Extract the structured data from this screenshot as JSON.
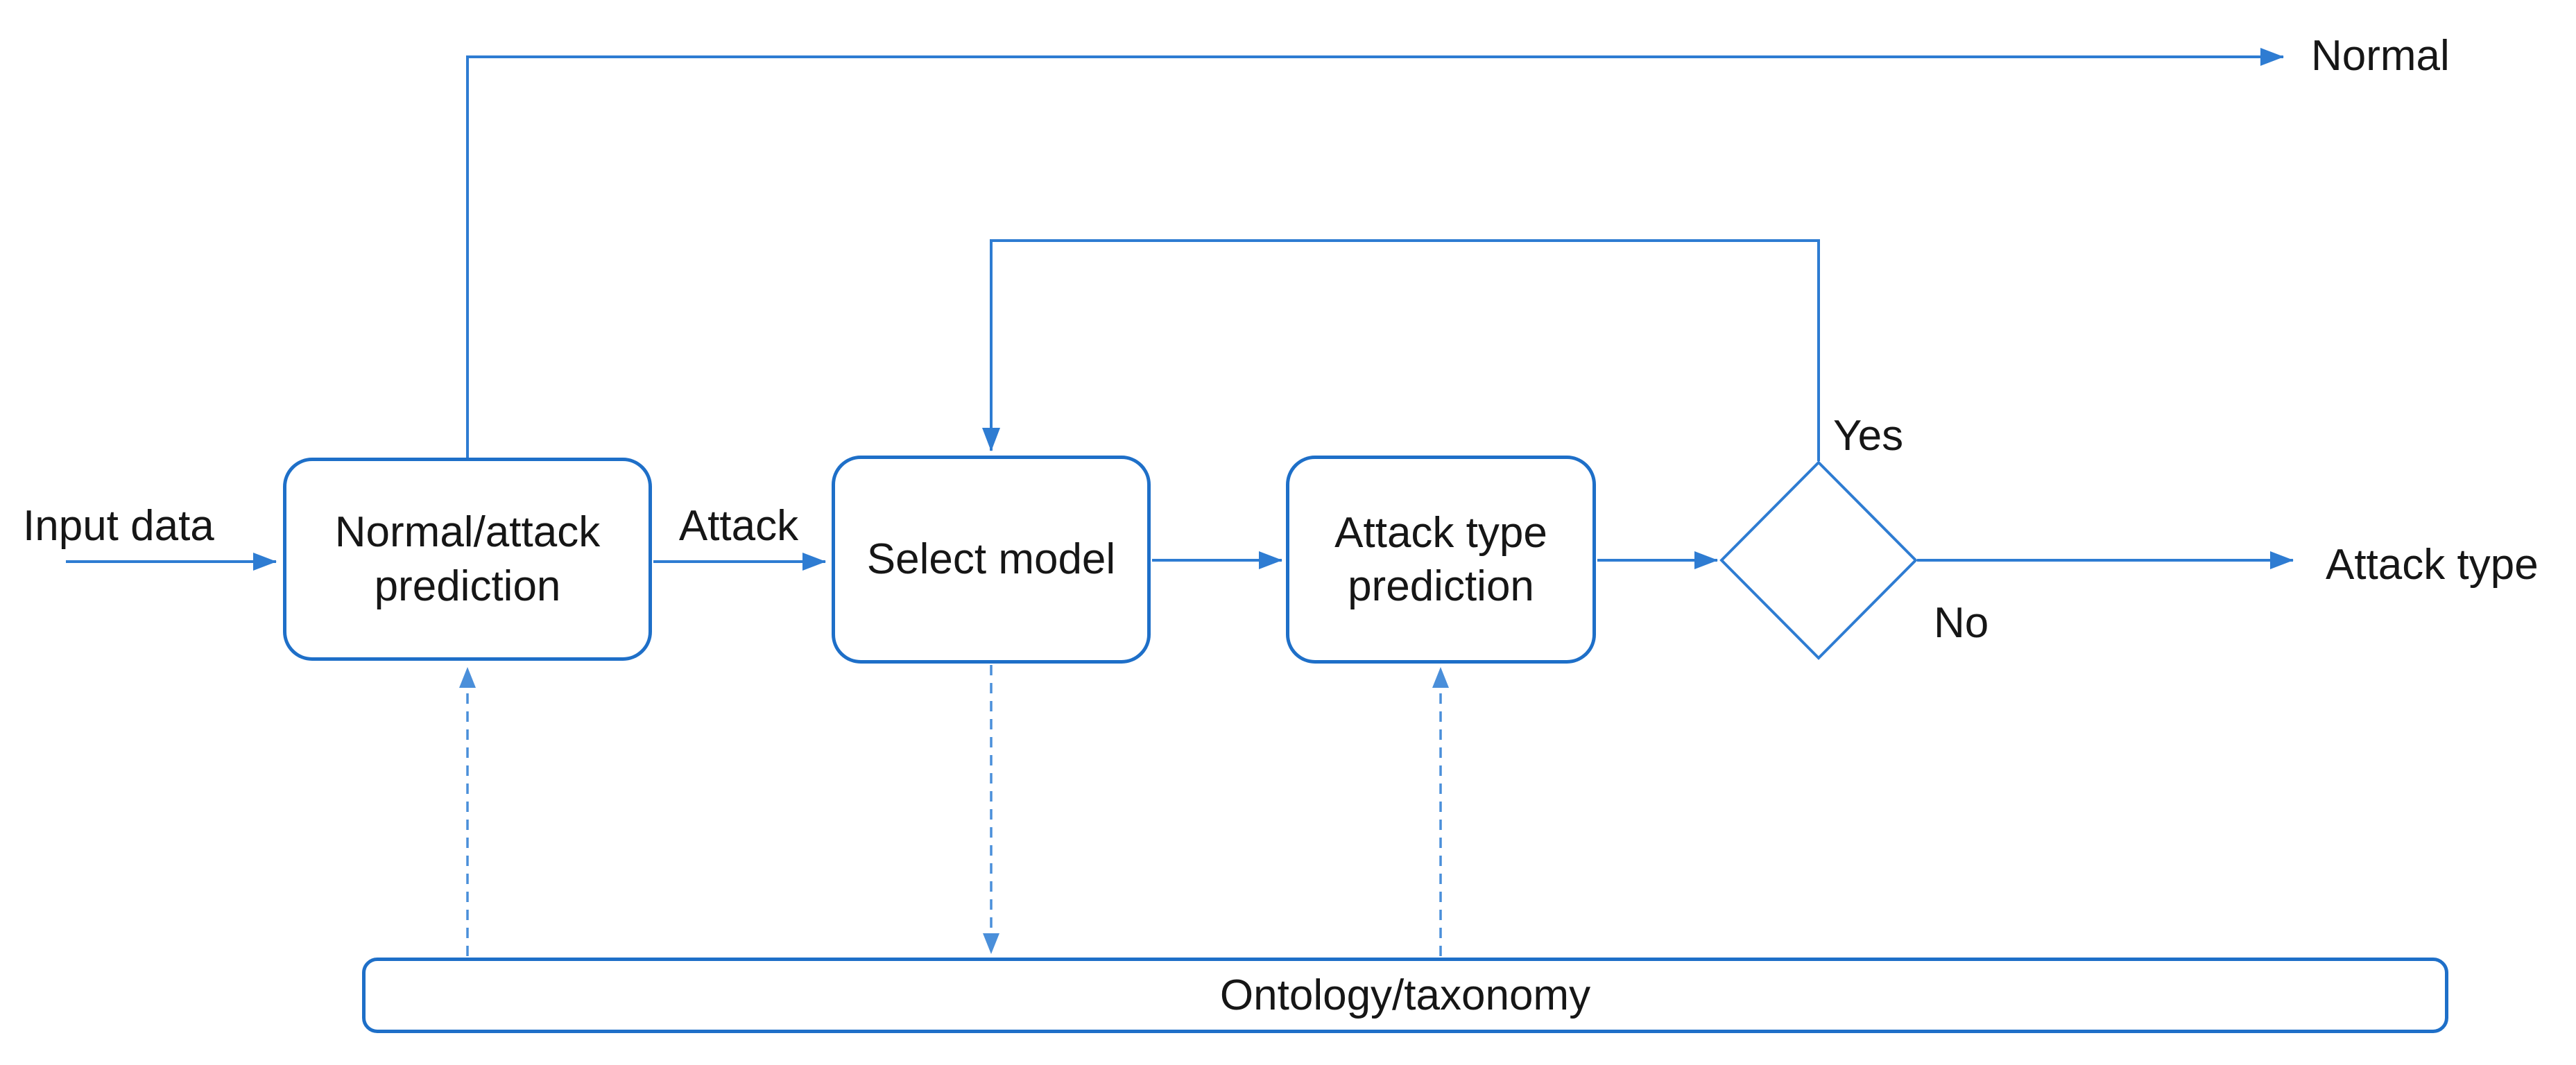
{
  "diagram": {
    "nodes": {
      "normal_attack_prediction": "Normal/attack prediction",
      "select_model": "Select model",
      "attack_type_prediction": "Attack type prediction",
      "ontology": "Ontology/taxonomy"
    },
    "labels": {
      "input": "Input data",
      "attack": "Attack",
      "normal": "Normal",
      "yes": "Yes",
      "no": "No",
      "attack_type": "Attack type"
    },
    "edges": [
      "Input data -> Normal/attack prediction",
      "Normal/attack prediction -> Normal (if normal)",
      "Normal/attack prediction -> Select model (label: Attack)",
      "Select model -> Attack type prediction",
      "Attack type prediction -> decision diamond",
      "decision diamond -> Select model (label: Yes, feedback loop)",
      "decision diamond -> Attack type (label: No)",
      "Ontology/taxonomy <-> Normal/attack prediction (dashed, up)",
      "Select model -> Ontology/taxonomy (dashed, down)",
      "Ontology/taxonomy -> Attack type prediction (dashed, up)"
    ],
    "colors": {
      "shape_stroke": "#1e6fc8",
      "solid_connector": "#2e7cd2",
      "dashed_connector": "#4a8fda",
      "text": "#161616",
      "background": "#ffffff"
    }
  }
}
